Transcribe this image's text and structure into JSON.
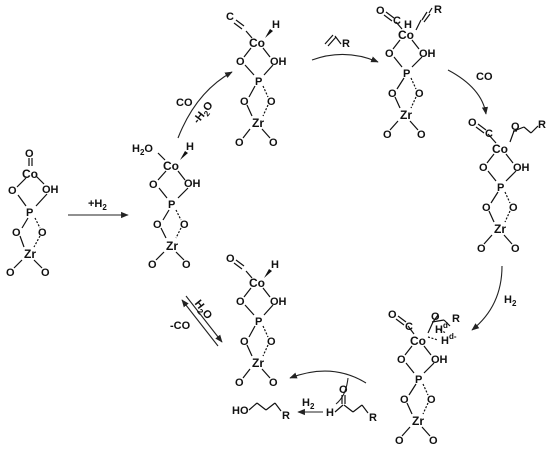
{
  "atoms": {
    "cobalt": "Co",
    "zirconium": "Zr",
    "phosphorus": "P",
    "oxygen": "O",
    "hydroxyl": "OH",
    "hydride": "H",
    "aqua": "H",
    "aqua_sub": "2",
    "aqua_o": "O",
    "hydrido_d": "H",
    "hydrido_d_sup": "d",
    "hydrido_dm_sup": "d-",
    "alkyl_r": "R"
  },
  "reagents": {
    "plus_h2": "+H",
    "plus_h2_sub": "2",
    "co_add": "CO",
    "minus_h2o": "-H",
    "minus_h2o_sub": "2",
    "minus_h2o_tail": "O",
    "co_insert": "CO",
    "h2_add": "H",
    "h2_add_sub": "2",
    "h2o_over": "H",
    "h2o_over_sub": "2",
    "h2o_over_tail": "O",
    "minus_co": "-CO",
    "h2_hydrog": "H",
    "h2_hydrog_sub": "2"
  },
  "products": {
    "alcohol_ho": "HO",
    "alcohol_r": "R",
    "aldehyde_h": "H",
    "aldehyde_o": "O",
    "aldehyde_r": "R",
    "alkene_r": "R"
  }
}
